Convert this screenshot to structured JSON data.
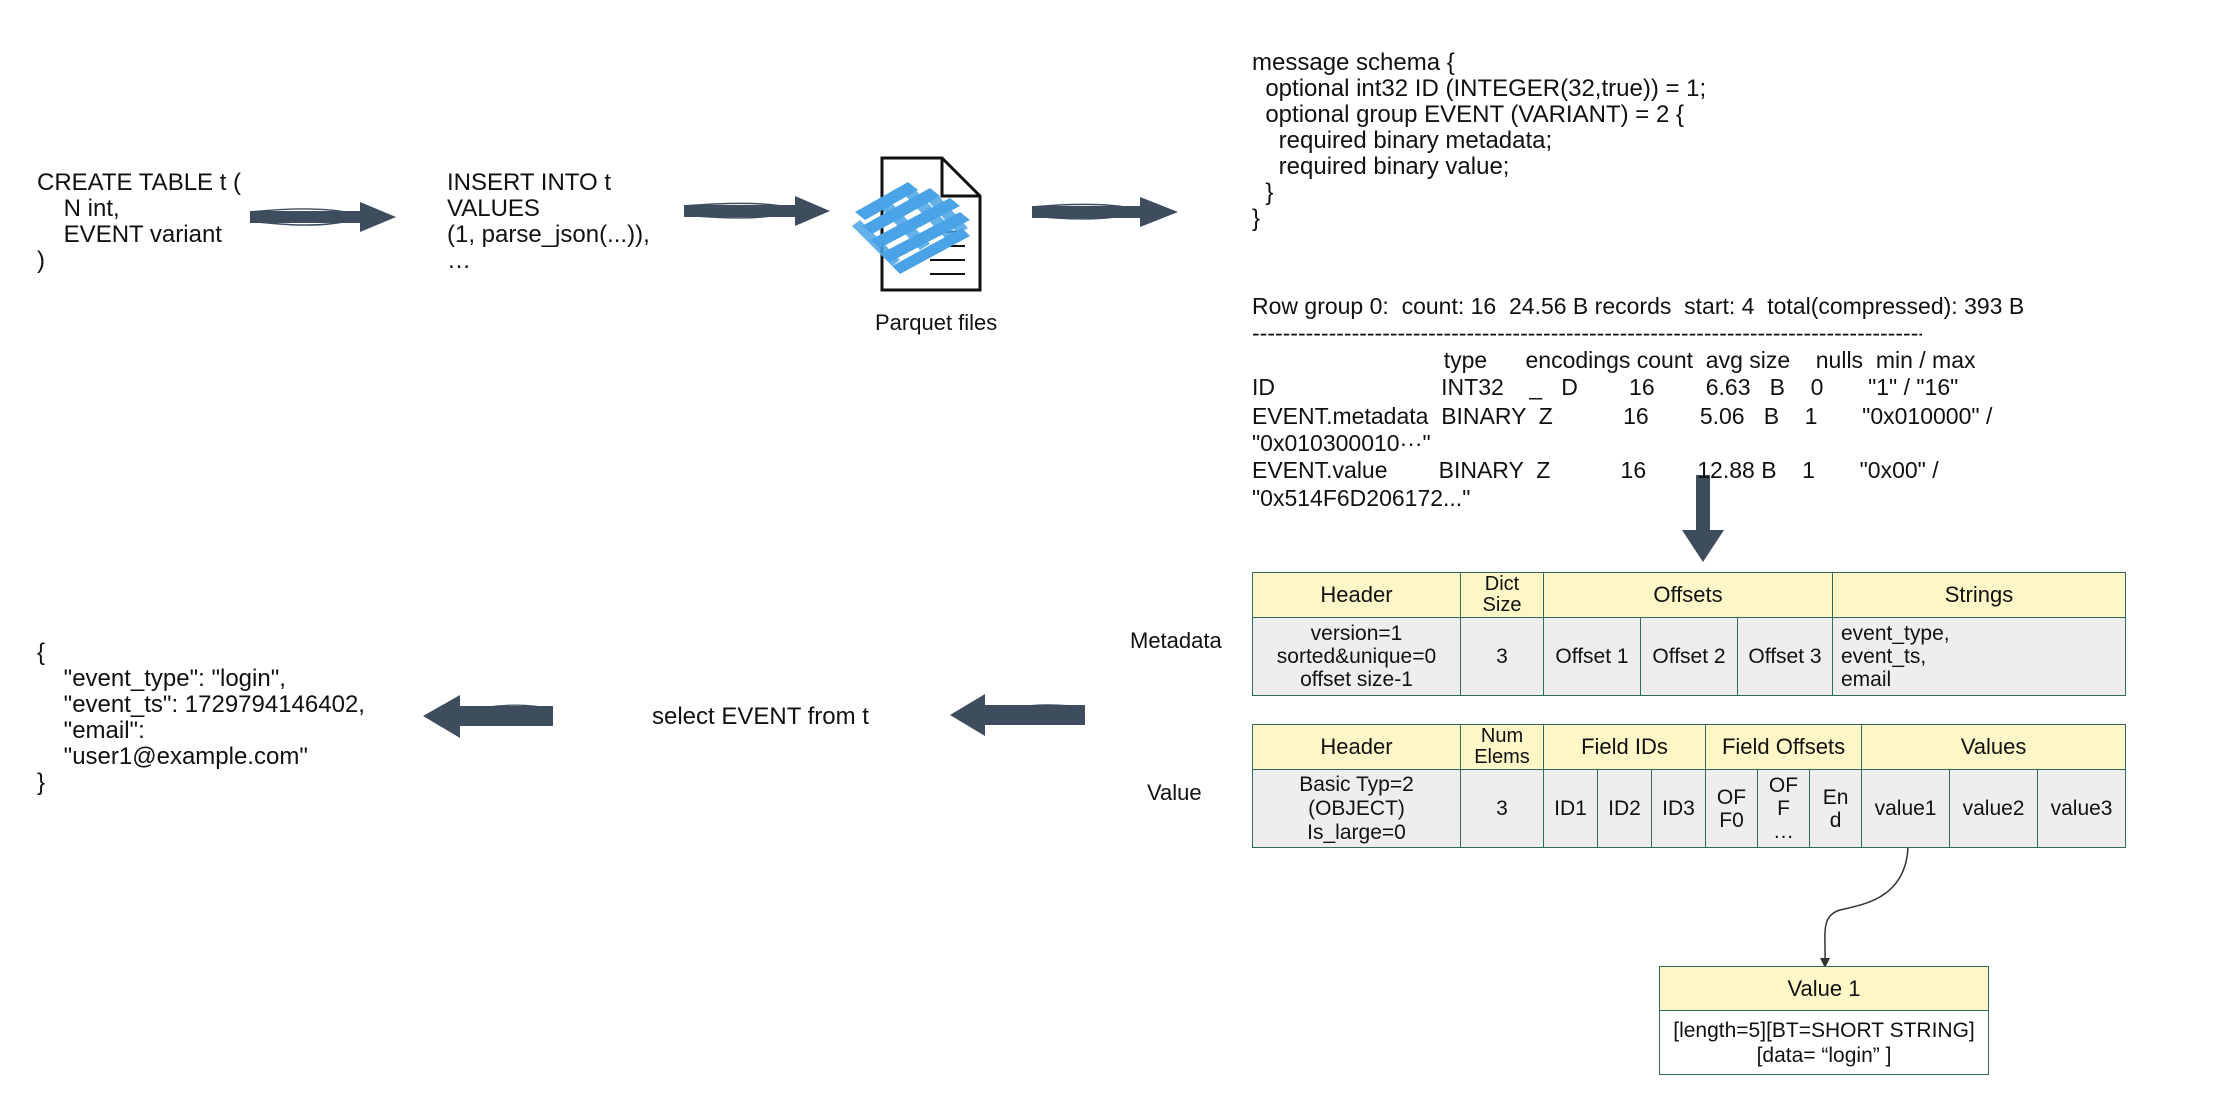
{
  "create_sql": "CREATE TABLE t (\n    N int,\n    EVENT variant\n)",
  "insert_sql": "INSERT INTO t\nVALUES\n(1, parse_json(...)),\n…",
  "parquet_label": "Parquet files",
  "schema_text": "message schema {\n  optional int32 ID (INTEGER(32,true)) = 1;\n  optional group EVENT (VARIANT) = 2 {\n    required binary metadata;\n    required binary value;\n  }\n}",
  "rowgroup": {
    "title": "Row group 0:  count: 16  24.56 B records  start: 4  total(compressed): 393 B",
    "separator": "------------------------------------------------------------------------------------------------",
    "header": "                              type      encodings count  avg size    nulls  min / max",
    "rows": [
      "ID                          INT32    _   D        16        6.63   B    0       \"1\" / \"16\"",
      "EVENT.metadata  BINARY  Z           16        5.06   B    1       \"0x010000\" /",
      "\"0x010300010···\"",
      "EVENT.value        BINARY  Z           16        12.88 B    1       \"0x00\" /",
      "\"0x514F6D206172...\""
    ]
  },
  "metadata_table": {
    "row_label": "Metadata",
    "header": {
      "header": "Header",
      "dict_size": "Dict\nSize",
      "offsets": "Offsets",
      "strings": "Strings"
    },
    "body": {
      "header_value": "version=1\nsorted&unique=0\noffset size-1",
      "dict_size_value": "3",
      "offset1": "Offset 1",
      "offset2": "Offset 2",
      "offset3": "Offset 3",
      "strings_value": "event_type,\nevent_ts,\nemail"
    }
  },
  "value_table": {
    "row_label": "Value",
    "header": {
      "header": "Header",
      "num_elems": "Num\nElems",
      "field_ids": "Field IDs",
      "field_offsets": "Field Offsets",
      "values": "Values"
    },
    "body": {
      "header_value": "Basic Typ=2\n(OBJECT)\nIs_large=0",
      "num_elems_value": "3",
      "id1": "ID1",
      "id2": "ID2",
      "id3": "ID3",
      "of0": "OF\nF0",
      "of1": "OF\nF\n…",
      "end": "En\nd",
      "value1": "value1",
      "value2": "value2",
      "value3": "value3"
    }
  },
  "value1_box": {
    "title": "Value 1",
    "body": "[length=5][BT=SHORT STRING]\n[data= “login” ]"
  },
  "select_sql": "select EVENT from t",
  "result_json": "{\n    \"event_type\": \"login\",\n    \"event_ts\": 1729794146402,\n    \"email\":\n    \"user1@example.com\"\n}",
  "colors": {
    "arrow": "#3d4d5e",
    "doc_blue": "#4aa3e6",
    "header_fill": "#fdf6c6",
    "body_fill": "#eeeeee",
    "border": "#2f6b5c"
  }
}
